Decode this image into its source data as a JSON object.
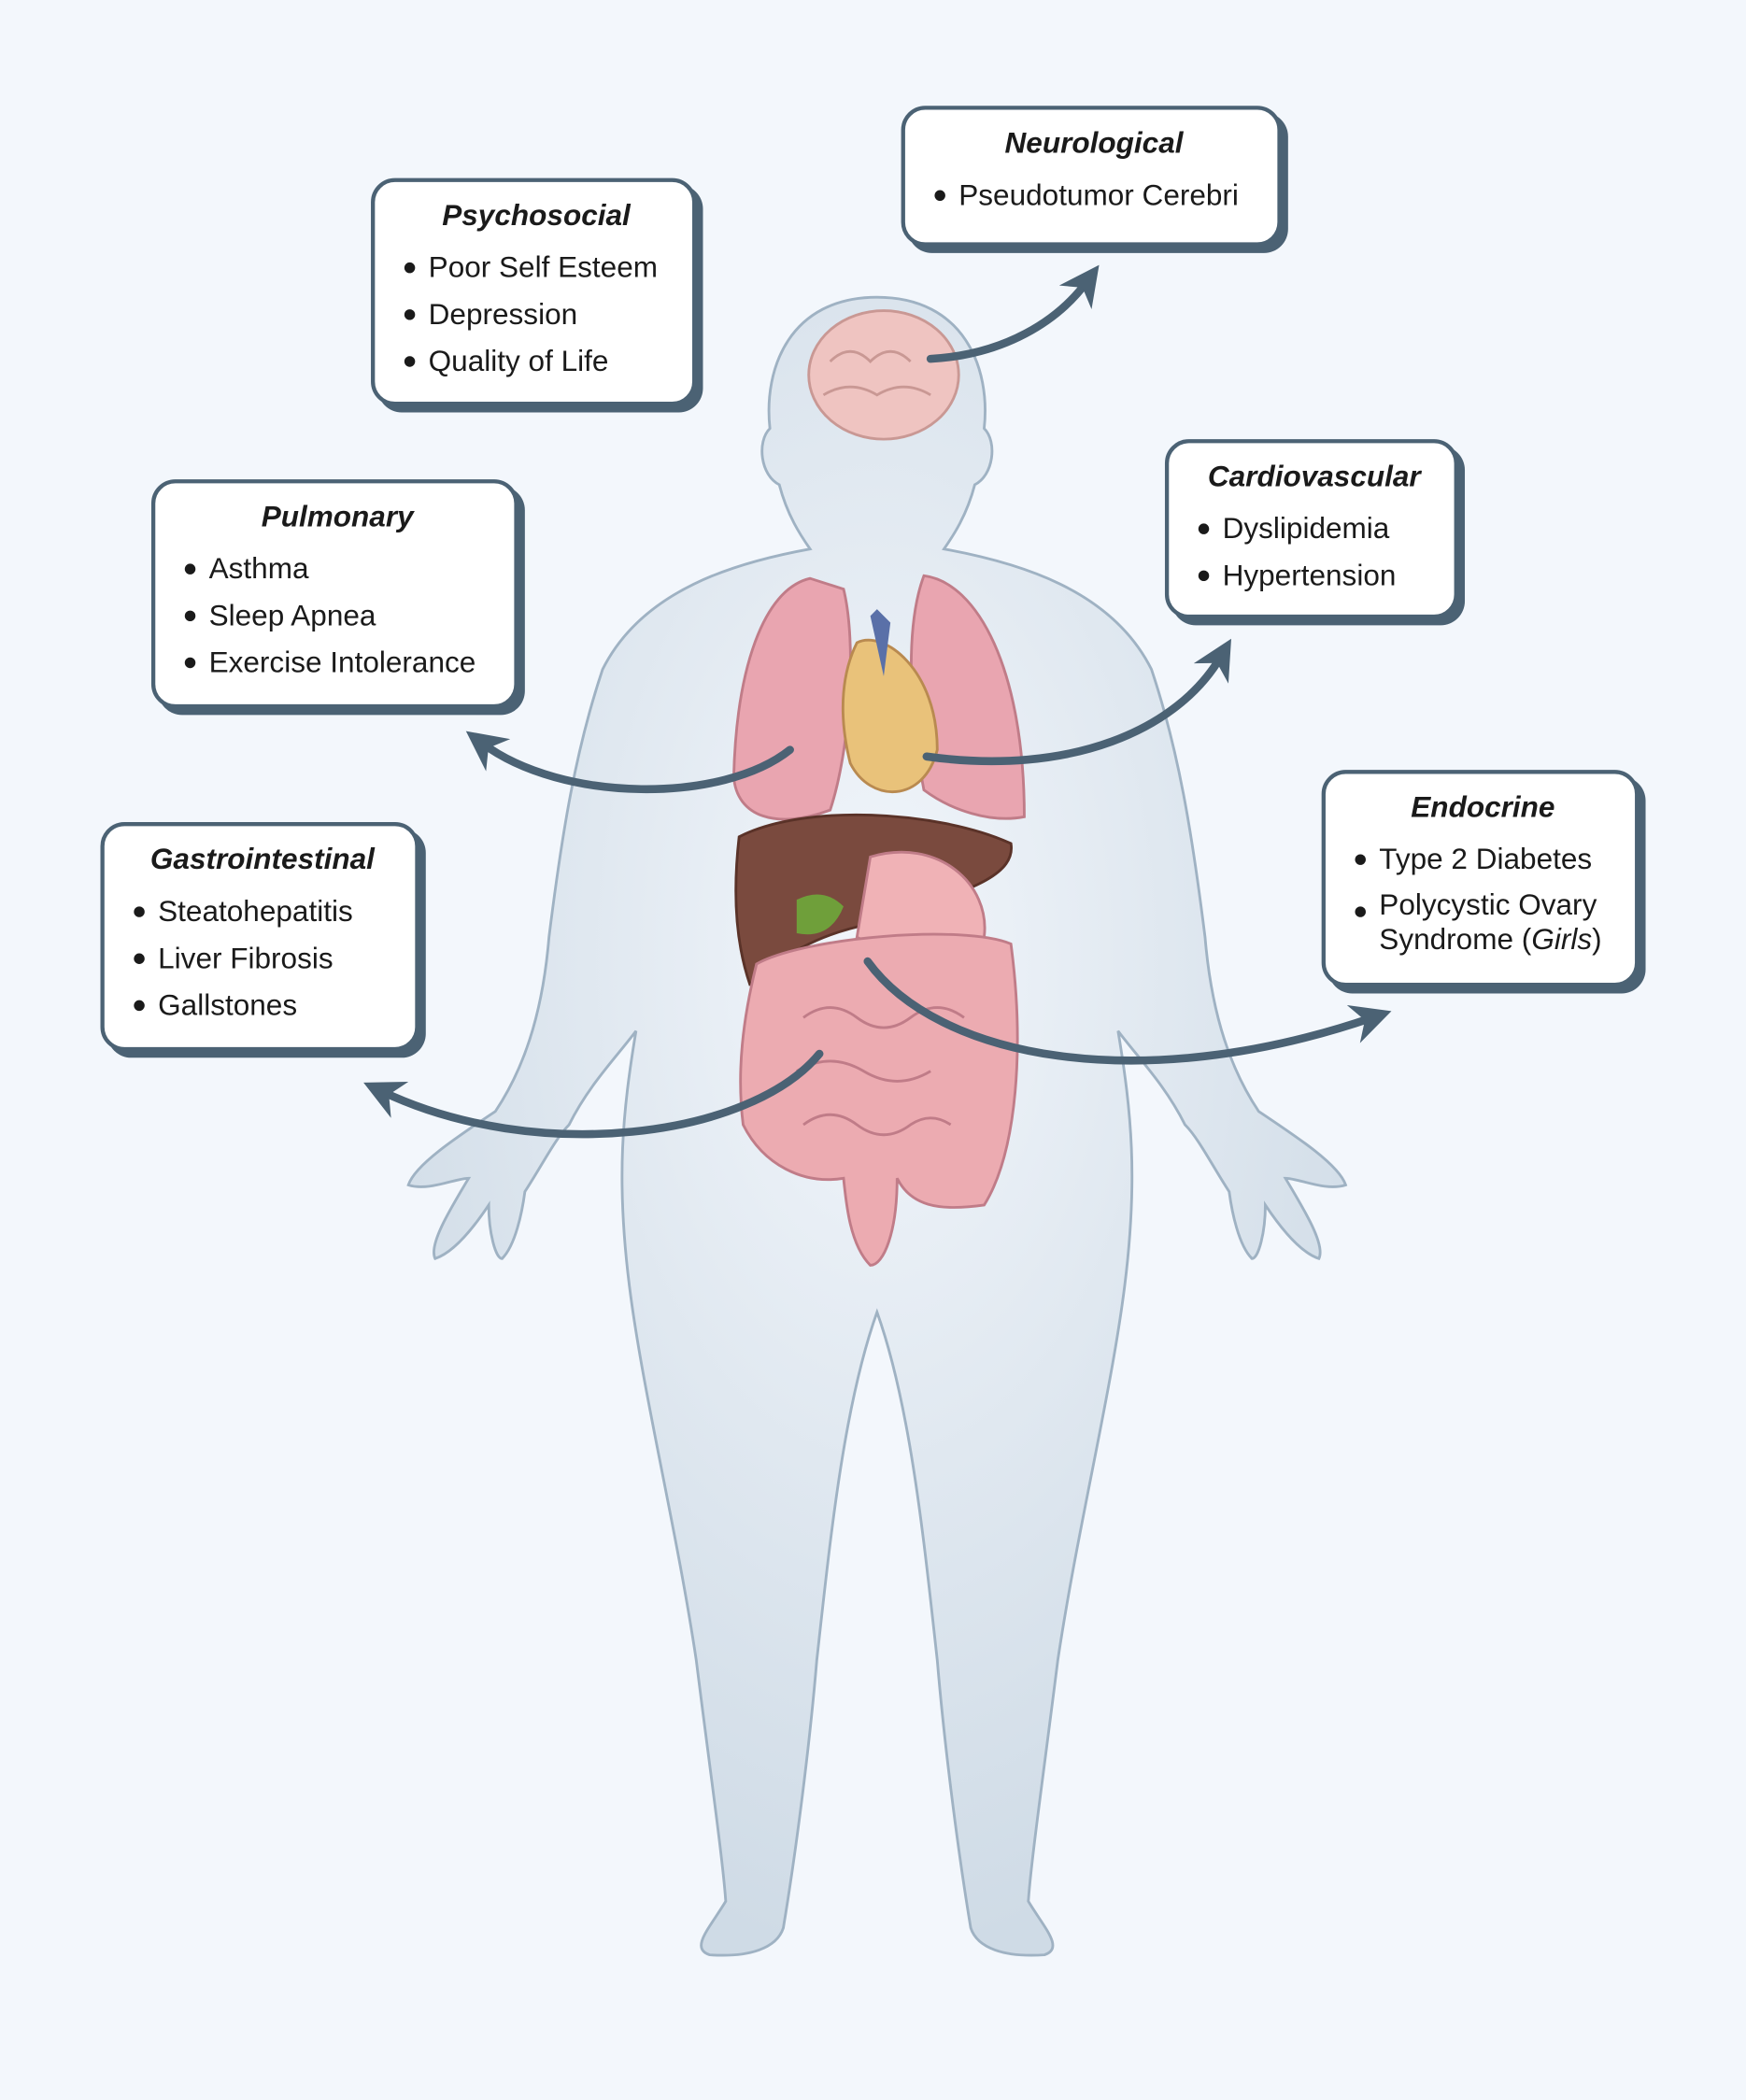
{
  "colors": {
    "background": "#f3f7fc",
    "box_border": "#4b6274",
    "arrow": "#4b6274",
    "body": "#dfe8f1"
  },
  "boxes": {
    "psychosocial": {
      "title": "Psychosocial",
      "items": [
        "Poor Self Esteem",
        "Depression",
        "Quality of Life"
      ]
    },
    "neurological": {
      "title": "Neurological",
      "items": [
        "Pseudotumor Cerebri"
      ]
    },
    "pulmonary": {
      "title": "Pulmonary",
      "items": [
        "Asthma",
        "Sleep Apnea",
        "Exercise Intolerance"
      ]
    },
    "cardiovascular": {
      "title": "Cardiovascular",
      "items": [
        "Dyslipidemia",
        "Hypertension"
      ]
    },
    "gastrointestinal": {
      "title": "Gastrointestinal",
      "items": [
        "Steatohepatitis",
        "Liver Fibrosis",
        "Gallstones"
      ]
    },
    "endocrine": {
      "title": "Endocrine",
      "items": [
        "Type 2 Diabetes",
        "Polycystic Ovary Syndrome",
        "Girls"
      ]
    }
  }
}
